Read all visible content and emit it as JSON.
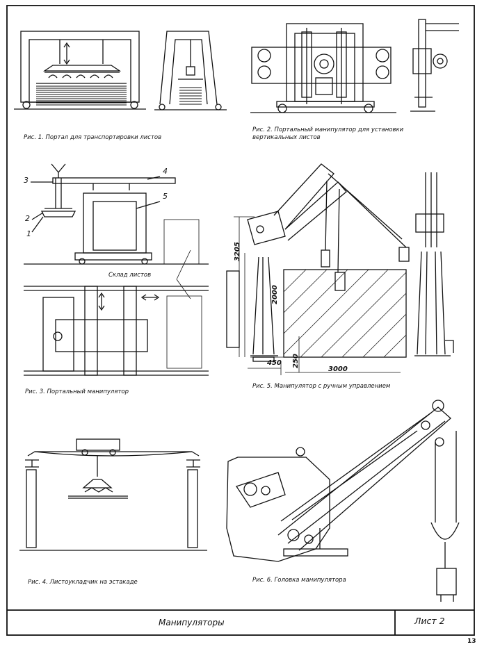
{
  "captions": {
    "fig1": "Рис. 1.  Портал для транспортировки листов",
    "fig2": "Рис. 2.  Портальный манипулятор для установки вертикальных листов",
    "fig3": "Рис. 3.  Портальный манипулятор",
    "fig4": "Рис. 4.  Листоукладчик на эстакаде",
    "fig5": "Рис. 5.  Манипулятор с ручным управлением",
    "fig6": "Рис. 6.  Головка манипулятора"
  },
  "fig3_labels": {
    "n1": "1",
    "n2": "2",
    "n3": "3",
    "n4": "4",
    "n5": "5",
    "warehouse": "Склад листов"
  },
  "fig5_dims": {
    "h3205": "3205",
    "h2000": "2000",
    "w450": "450",
    "h250": "250",
    "w3000": "3000"
  },
  "title_block": {
    "title": "Манипуляторы",
    "sheet": "Лист 2"
  },
  "page_number": "13"
}
